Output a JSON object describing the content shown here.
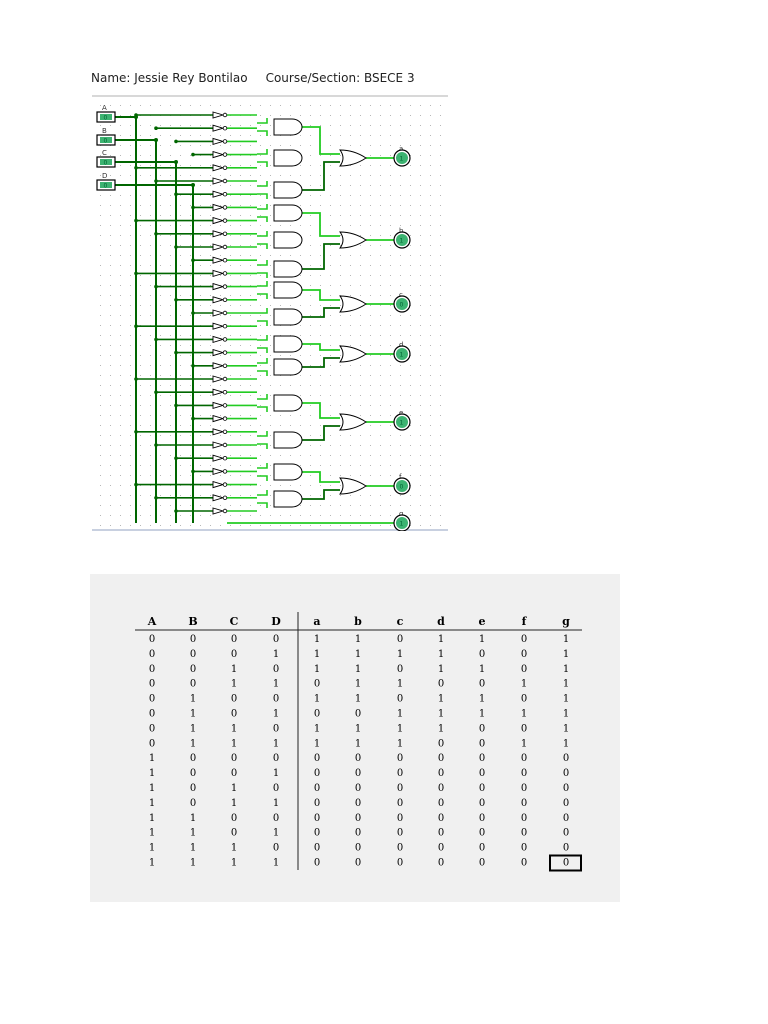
{
  "header": {
    "name_label": "Name: Jessie Rey Bontilao",
    "course_label": "Course/Section: BSECE 3"
  },
  "circuit": {
    "inputs": [
      {
        "label": "A",
        "value": "0"
      },
      {
        "label": "B",
        "value": "0"
      },
      {
        "label": "C",
        "value": "0"
      },
      {
        "label": "D",
        "value": "0"
      }
    ],
    "outputs": [
      {
        "label": "a",
        "value": "1"
      },
      {
        "label": "b",
        "value": "1"
      },
      {
        "label": "c",
        "value": "0"
      },
      {
        "label": "d",
        "value": "1"
      },
      {
        "label": "e",
        "value": "1"
      },
      {
        "label": "f",
        "value": "0"
      },
      {
        "label": "g",
        "value": "1"
      }
    ],
    "colors": {
      "wire_active": "#22cc22",
      "wire_dark": "#006600",
      "grid_dot": "#b8b8b8",
      "pin_fill": "#3cb371"
    }
  },
  "truth_table": {
    "inputs": [
      "A",
      "B",
      "C",
      "D"
    ],
    "outputs": [
      "a",
      "b",
      "c",
      "d",
      "e",
      "f",
      "g"
    ],
    "rows": [
      [
        "0",
        "0",
        "0",
        "0",
        "1",
        "1",
        "0",
        "1",
        "1",
        "0",
        "1"
      ],
      [
        "0",
        "0",
        "0",
        "1",
        "1",
        "1",
        "1",
        "1",
        "0",
        "0",
        "1"
      ],
      [
        "0",
        "0",
        "1",
        "0",
        "1",
        "1",
        "0",
        "1",
        "1",
        "0",
        "1"
      ],
      [
        "0",
        "0",
        "1",
        "1",
        "0",
        "1",
        "1",
        "0",
        "0",
        "1",
        "1"
      ],
      [
        "0",
        "1",
        "0",
        "0",
        "1",
        "1",
        "0",
        "1",
        "1",
        "0",
        "1"
      ],
      [
        "0",
        "1",
        "0",
        "1",
        "0",
        "0",
        "1",
        "1",
        "1",
        "1",
        "1"
      ],
      [
        "0",
        "1",
        "1",
        "0",
        "1",
        "1",
        "1",
        "1",
        "0",
        "0",
        "1"
      ],
      [
        "0",
        "1",
        "1",
        "1",
        "1",
        "1",
        "1",
        "0",
        "0",
        "1",
        "1"
      ],
      [
        "1",
        "0",
        "0",
        "0",
        "0",
        "0",
        "0",
        "0",
        "0",
        "0",
        "0"
      ],
      [
        "1",
        "0",
        "0",
        "1",
        "0",
        "0",
        "0",
        "0",
        "0",
        "0",
        "0"
      ],
      [
        "1",
        "0",
        "1",
        "0",
        "0",
        "0",
        "0",
        "0",
        "0",
        "0",
        "0"
      ],
      [
        "1",
        "0",
        "1",
        "1",
        "0",
        "0",
        "0",
        "0",
        "0",
        "0",
        "0"
      ],
      [
        "1",
        "1",
        "0",
        "0",
        "0",
        "0",
        "0",
        "0",
        "0",
        "0",
        "0"
      ],
      [
        "1",
        "1",
        "0",
        "1",
        "0",
        "0",
        "0",
        "0",
        "0",
        "0",
        "0"
      ],
      [
        "1",
        "1",
        "1",
        "0",
        "0",
        "0",
        "0",
        "0",
        "0",
        "0",
        "0"
      ],
      [
        "1",
        "1",
        "1",
        "1",
        "0",
        "0",
        "0",
        "0",
        "0",
        "0",
        "0"
      ]
    ]
  }
}
